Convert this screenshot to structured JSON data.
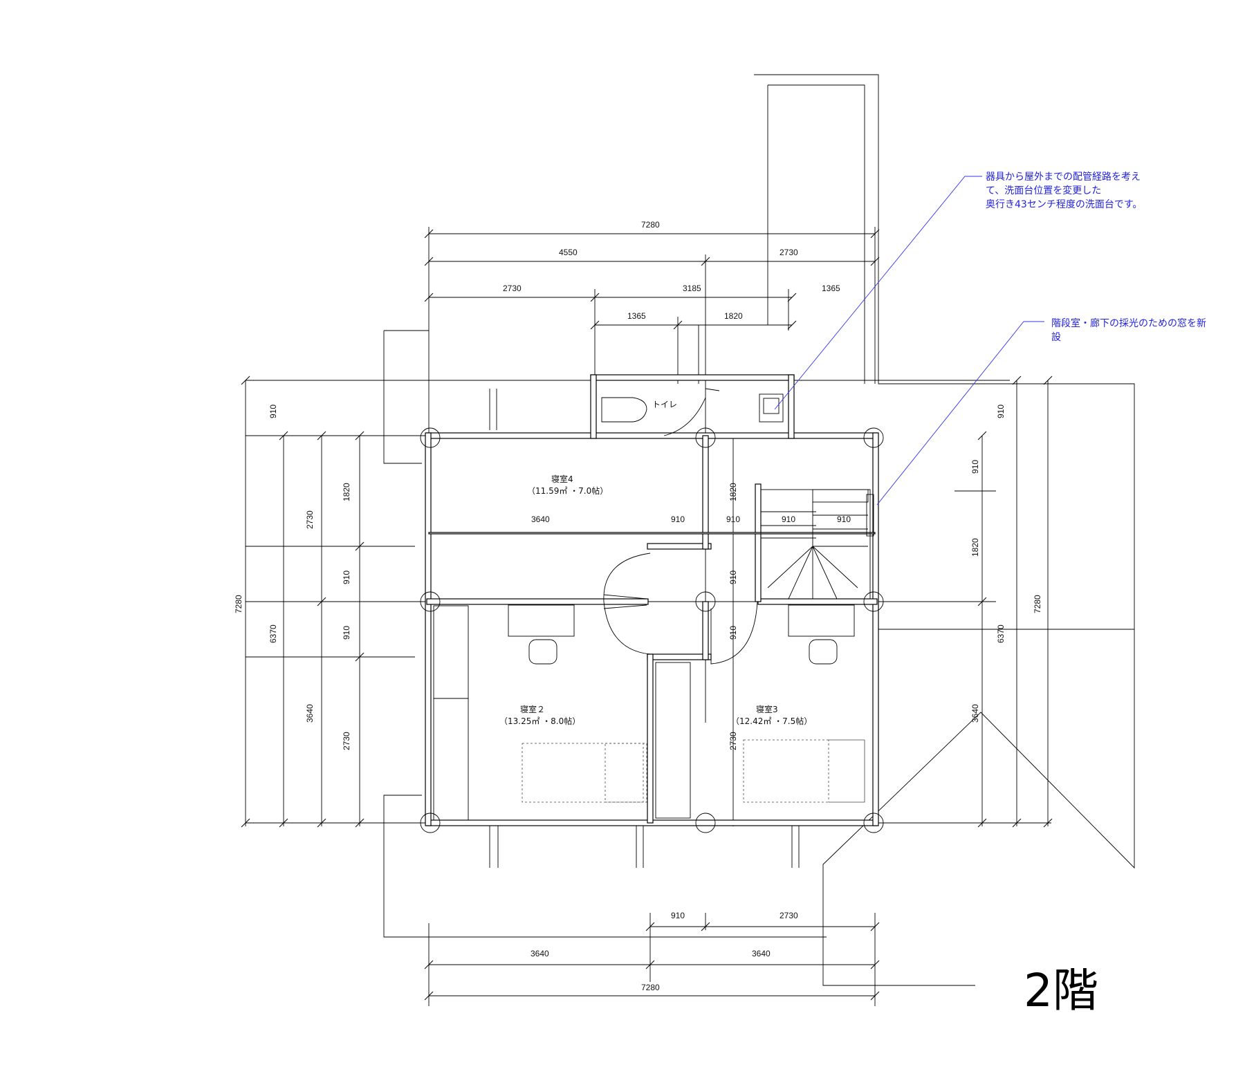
{
  "floor_label": "2階",
  "rooms": {
    "toilet": "トイレ",
    "bedroom4": {
      "name": "寝室4",
      "area": "（11.59㎡ ・7.0帖）"
    },
    "bedroom2": {
      "name": "寝室２",
      "area": "（13.25㎡ ・8.0帖）"
    },
    "bedroom3": {
      "name": "寝室3",
      "area": "（12.42㎡ ・7.5帖）"
    }
  },
  "notes": {
    "sink_note": [
      "器具から屋外までの配管経路を考え",
      "て、洗面台位置を変更した",
      "奥行き43センチ程度の洗面台です。"
    ],
    "window_note": [
      "階段室・廊下の採光のための窓を新",
      "設"
    ]
  },
  "dimensions": {
    "top_total": "7280",
    "top_4550": "4550",
    "top_2730a": "2730",
    "top_2730": "2730",
    "top_3185": "3185",
    "top_1365": "1365",
    "top_1365b": "1365",
    "top_1820": "1820",
    "inner_3640": "3640",
    "inner_910a": "910",
    "inner_910b": "910",
    "inner_910c": "910",
    "inner_910d": "910",
    "bottom_910": "910",
    "bottom_2730": "2730",
    "bottom_3640a": "3640",
    "bottom_3640b": "3640",
    "bottom_total": "7280",
    "left_7280": "7280",
    "left_910": "910",
    "left_6370": "6370",
    "left_2730": "2730",
    "left_3640": "3640",
    "left_1820": "1820",
    "left_910a": "910",
    "left_910b": "910",
    "left_2730b": "2730",
    "mid_1820": "1820",
    "mid_910a": "910",
    "mid_910b": "910",
    "mid_2730": "2730",
    "right_910": "910",
    "right_910b": "910",
    "right_1820": "1820",
    "right_6370": "6370",
    "right_7280": "7280",
    "right_3640": "3640"
  }
}
